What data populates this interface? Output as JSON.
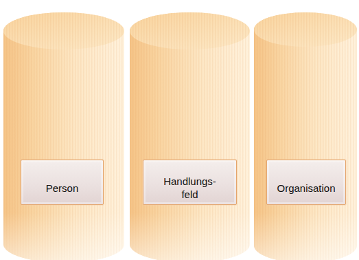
{
  "diagram": {
    "nodes": [
      {
        "text": [
          "Person"
        ]
      },
      {
        "text": [
          "Handlungs- feld"
        ]
      },
      {
        "text": [
          "Organisation"
        ]
      }
    ]
  }
}
